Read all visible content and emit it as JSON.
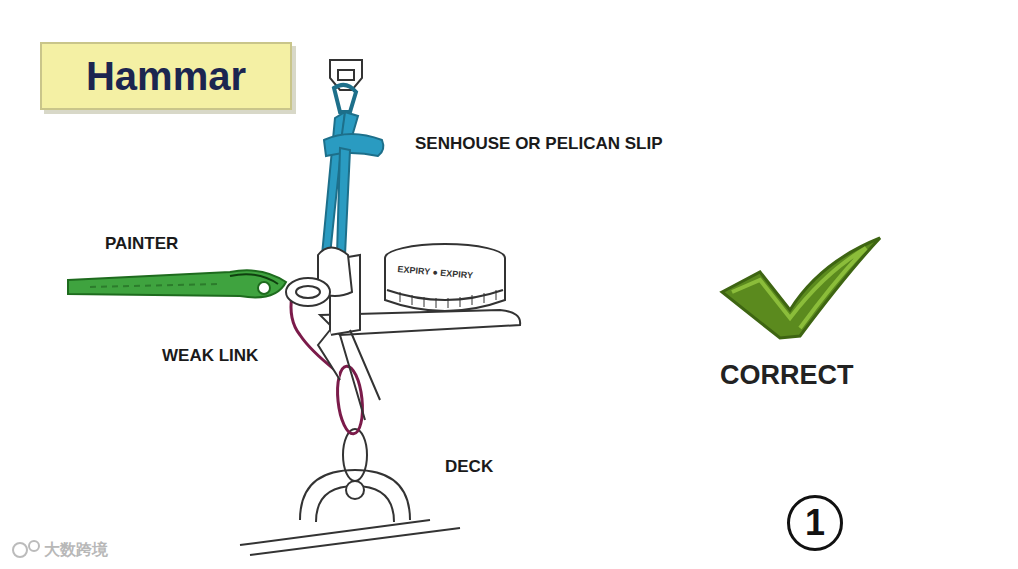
{
  "diagram": {
    "nodes": [
      {
        "text": [
          "Hammar"
        ]
      },
      {
        "text": [
          "1"
        ]
      }
    ],
    "labels": [
      "SENHOUSE OR PELICAN SLIP",
      "PAINTER",
      "WEAK LINK",
      "DECK",
      "EXPIRY ● EXPIRY",
      "CORRECT",
      "大数跨境"
    ]
  }
}
